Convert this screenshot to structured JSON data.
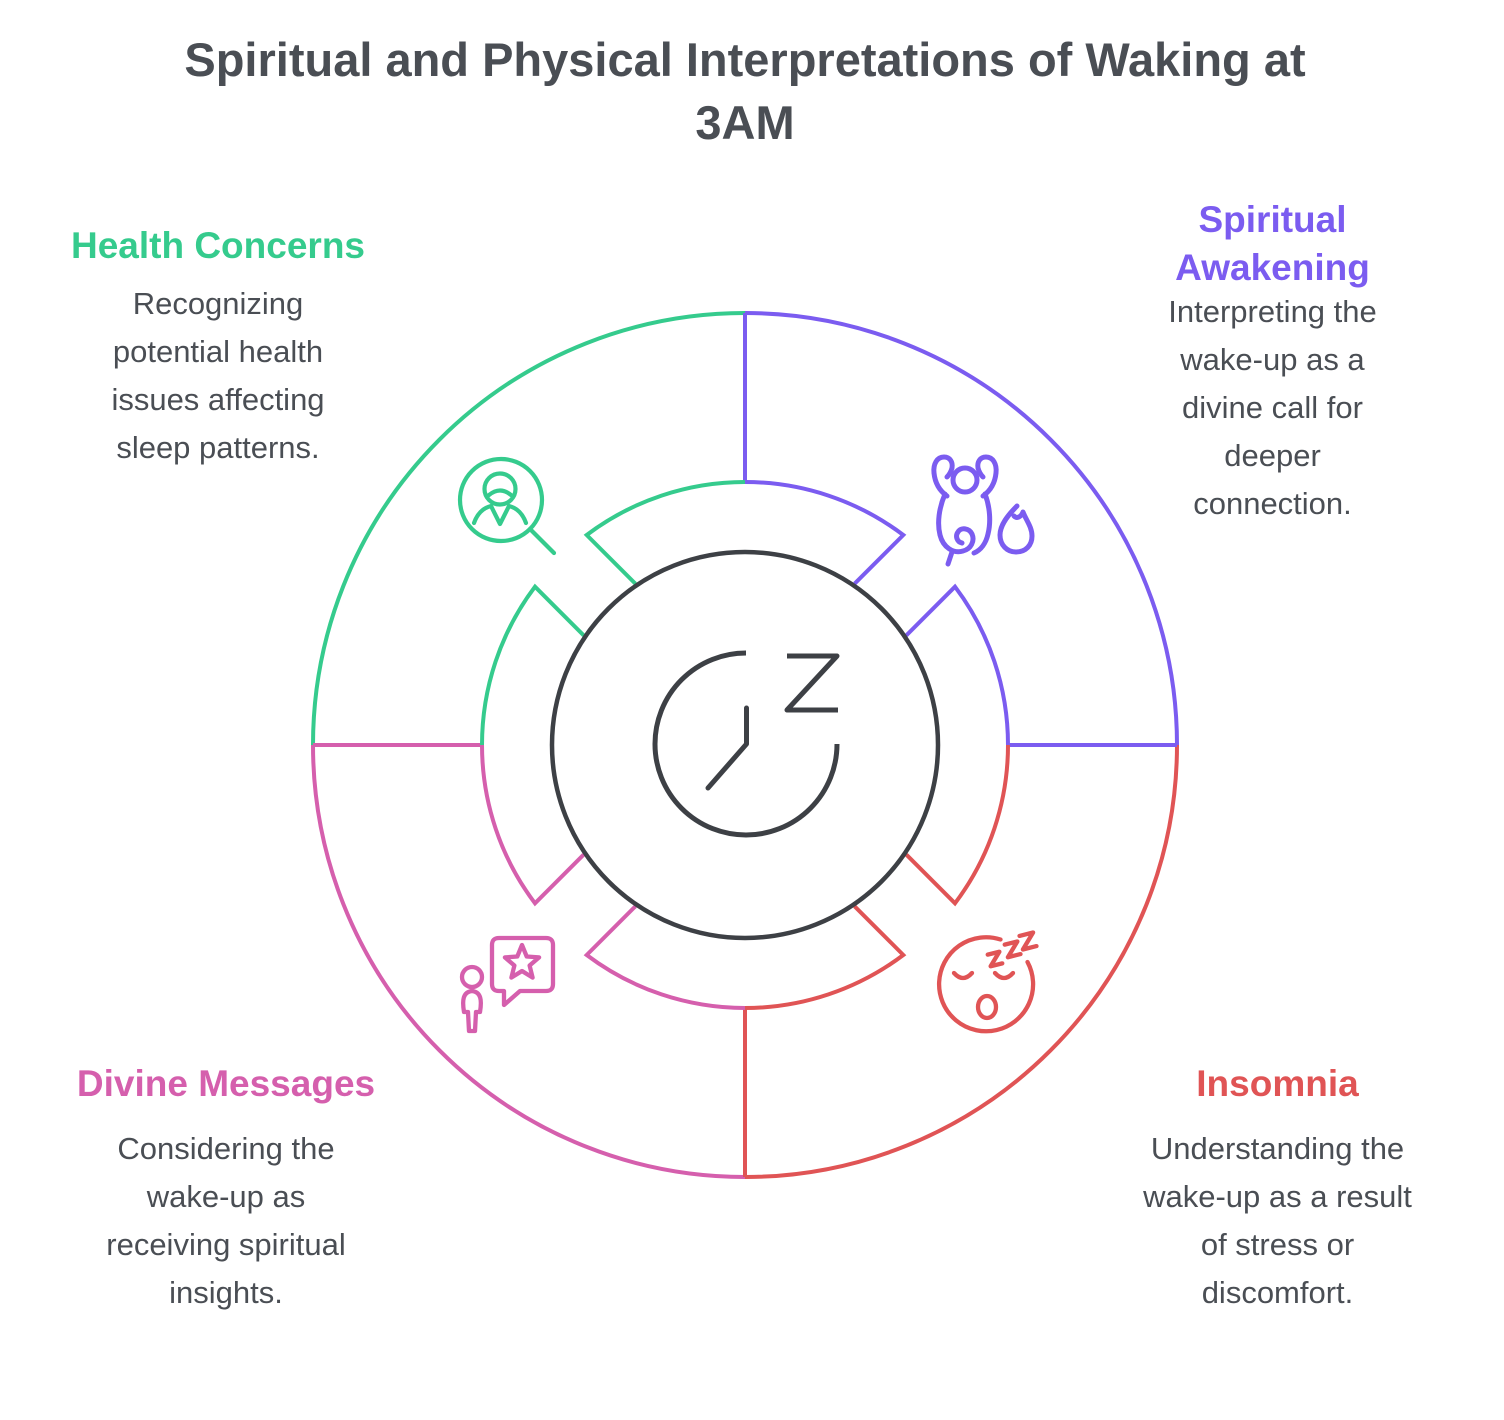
{
  "title": {
    "lines": [
      "Spiritual and Physical Interpretations of Waking at",
      "3AM"
    ]
  },
  "sections": {
    "health": {
      "heading_lines": [
        "Health Concerns"
      ],
      "body_lines": [
        "Recognizing",
        "potential health",
        "issues affecting",
        "sleep patterns."
      ],
      "color": "#35cb8d",
      "icon": "person-search-icon",
      "position": "top-left"
    },
    "spiritual": {
      "heading_lines": [
        "Spiritual",
        "Awakening"
      ],
      "body_lines": [
        "Interpreting the",
        "wake-up as a",
        "divine call for",
        "deeper",
        "connection."
      ],
      "color": "#7b5cf0",
      "icon": "praising-person-flame-icon",
      "position": "top-right"
    },
    "divine": {
      "heading_lines": [
        "Divine Messages"
      ],
      "body_lines": [
        "Considering the",
        "wake-up as",
        "receiving spiritual",
        "insights."
      ],
      "color": "#d55fad",
      "icon": "person-speech-bubble-star-icon",
      "position": "bottom-left"
    },
    "insomnia": {
      "heading_lines": [
        "Insomnia"
      ],
      "body_lines": [
        "Understanding the",
        "wake-up as a result",
        "of stress or",
        "discomfort."
      ],
      "color": "#e05455",
      "icon": "sleeping-face-zzz-icon",
      "position": "bottom-right"
    }
  },
  "center_icon": "sleep-clock-icon",
  "colors": {
    "text": "#4a4e54",
    "dark_stroke": "#3d4045",
    "green": "#35cb8d",
    "purple": "#7b5cf0",
    "pink": "#d55fad",
    "red": "#e05455"
  }
}
